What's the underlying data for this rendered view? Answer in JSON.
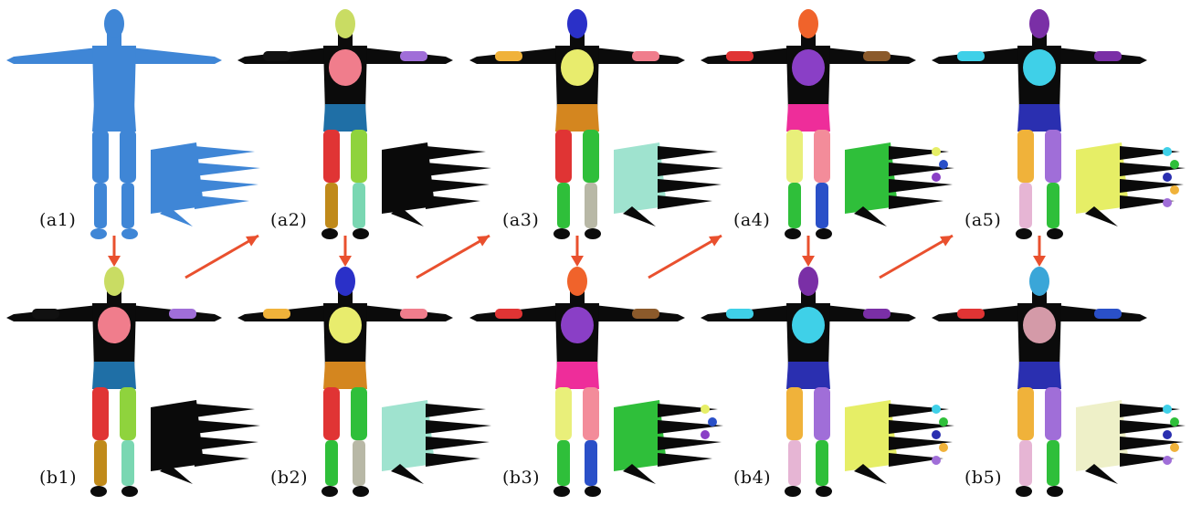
{
  "figure": {
    "rows": [
      {
        "row": "a",
        "panels": [
          {
            "label": "(a1)",
            "mode": "plain",
            "color": "#3f86d6"
          },
          {
            "label": "(a2)",
            "mode": "seg",
            "head": "#c9dc63",
            "chest": "#f07d8c",
            "hips": "#1f6fa6",
            "thighL": "#e03434",
            "thighR": "#8fd33d",
            "shinL": "#c08a1a",
            "shinR": "#7ad7b2",
            "armL": "#111111",
            "armR": "#a06ed8",
            "hand": "#0a0a0a",
            "handPalm": "#0a0a0a",
            "handTips": "none"
          },
          {
            "label": "(a3)",
            "mode": "seg",
            "head": "#2a30c8",
            "chest": "#e8ec6d",
            "hips": "#d4861f",
            "thighL": "#e03434",
            "thighR": "#2fbf3a",
            "shinL": "#2fbf3a",
            "shinR": "#b8b8a6",
            "armL": "#f0b23a",
            "armR": "#f07d8c",
            "hand": "#0a0a0a",
            "handPalm": "#9fe3cf",
            "handTips": "none"
          },
          {
            "label": "(a4)",
            "mode": "seg",
            "head": "#f0632b",
            "chest": "#8a3fc6",
            "hips": "#ee2d9a",
            "thighL": "#e9ef7a",
            "thighR": "#f38c9a",
            "shinL": "#2fbf3a",
            "shinR": "#2a50c8",
            "armL": "#e03434",
            "armR": "#8b5a2b",
            "hand": "#0a0a0a",
            "handPalm": "#2fbf3a",
            "handTips": "few"
          },
          {
            "label": "(a5)",
            "mode": "seg",
            "head": "#7a2fa6",
            "chest": "#3fd0e8",
            "hips": "#2a2fb0",
            "thighL": "#f0b23a",
            "thighR": "#a06ed8",
            "shinL": "#e6b5d4",
            "shinR": "#2fbf3a",
            "armL": "#3fd0e8",
            "armR": "#7a2fa6",
            "hand": "#0a0a0a",
            "handPalm": "#e6ee66",
            "handTips": "many"
          }
        ]
      },
      {
        "row": "b",
        "panels": [
          {
            "label": "(b1)",
            "mode": "seg",
            "head": "#c9dc63",
            "chest": "#f07d8c",
            "hips": "#1f6fa6",
            "thighL": "#e03434",
            "thighR": "#8fd33d",
            "shinL": "#c08a1a",
            "shinR": "#7ad7b2",
            "armL": "#111111",
            "armR": "#a06ed8",
            "hand": "#0a0a0a",
            "handPalm": "#0a0a0a",
            "handTips": "none"
          },
          {
            "label": "(b2)",
            "mode": "seg",
            "head": "#2a30c8",
            "chest": "#e8ec6d",
            "hips": "#d4861f",
            "thighL": "#e03434",
            "thighR": "#2fbf3a",
            "shinL": "#2fbf3a",
            "shinR": "#b8b8a6",
            "armL": "#f0b23a",
            "armR": "#f07d8c",
            "hand": "#0a0a0a",
            "handPalm": "#9fe3cf",
            "handTips": "none"
          },
          {
            "label": "(b3)",
            "mode": "seg",
            "head": "#f0632b",
            "chest": "#8a3fc6",
            "hips": "#ee2d9a",
            "thighL": "#e9ef7a",
            "thighR": "#f38c9a",
            "shinL": "#2fbf3a",
            "shinR": "#2a50c8",
            "armL": "#e03434",
            "armR": "#8b5a2b",
            "hand": "#0a0a0a",
            "handPalm": "#2fbf3a",
            "handTips": "few"
          },
          {
            "label": "(b4)",
            "mode": "seg",
            "head": "#7a2fa6",
            "chest": "#3fd0e8",
            "hips": "#2a2fb0",
            "thighL": "#f0b23a",
            "thighR": "#a06ed8",
            "shinL": "#e6b5d4",
            "shinR": "#2fbf3a",
            "armL": "#3fd0e8",
            "armR": "#7a2fa6",
            "hand": "#0a0a0a",
            "handPalm": "#e6ee66",
            "handTips": "many"
          },
          {
            "label": "(b5)",
            "mode": "seg",
            "head": "#3aa6d8",
            "chest": "#d49aa8",
            "hips": "#2a2fb0",
            "thighL": "#f0b23a",
            "thighR": "#a06ed8",
            "shinL": "#e6b5d4",
            "shinR": "#2fbf3a",
            "armL": "#e03434",
            "armR": "#2a50c8",
            "hand": "#0a0a0a",
            "handPalm": "#eef0c8",
            "handTips": "many"
          }
        ]
      }
    ],
    "arrow_color": "#e9502e"
  }
}
